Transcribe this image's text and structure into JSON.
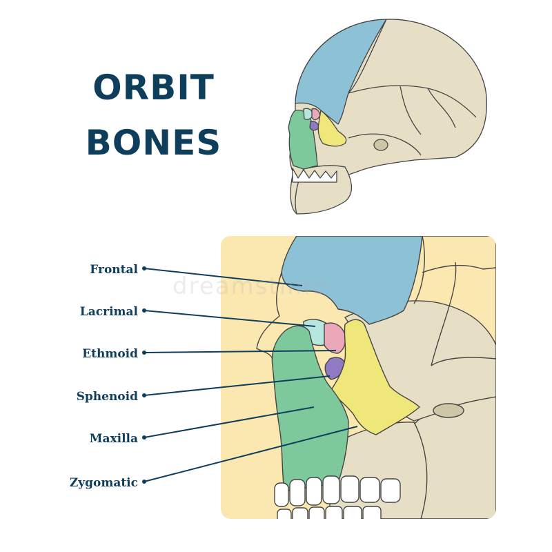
{
  "title": {
    "line1": "ORBIT",
    "line2": "BONES"
  },
  "watermark": "dreamstime",
  "colors": {
    "frontal": "#8cc1d6",
    "lacrimal": "#b6e6dd",
    "ethmoid": "#eaa8b8",
    "sphenoid": "#8f7bc2",
    "maxilla": "#7ec99c",
    "zygomatic": "#f0e77b",
    "bone": "#e6dfc5",
    "background_panel": "#fbe8b0",
    "label_text": "#0f3d5c"
  },
  "labels": [
    {
      "id": "frontal",
      "text": "Frontal"
    },
    {
      "id": "lacrimal",
      "text": "Lacrimal"
    },
    {
      "id": "ethmoid",
      "text": "Ethmoid"
    },
    {
      "id": "sphenoid",
      "text": "Sphenoid"
    },
    {
      "id": "maxilla",
      "text": "Maxilla"
    },
    {
      "id": "zygomatic",
      "text": "Zygomatic"
    }
  ]
}
